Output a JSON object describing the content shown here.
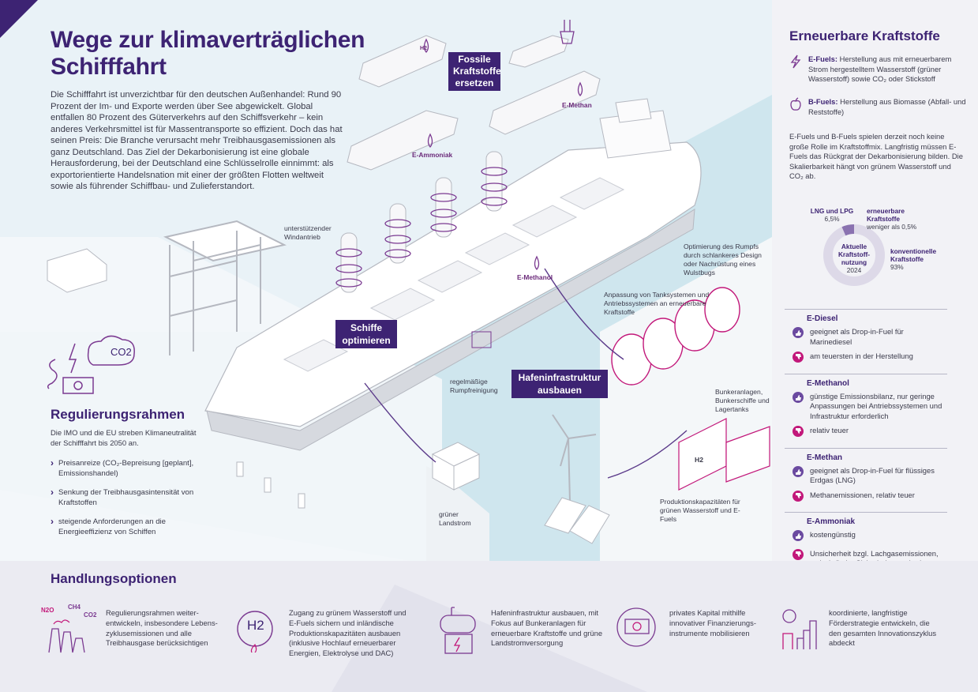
{
  "header": {
    "title_line1": "Wege zur klimaverträglichen",
    "title_line2": "Schifffahrt"
  },
  "intro": "Die Schifffahrt ist unverzichtbar für den deutschen Außenhandel: Rund 90 Prozent der Im- und Exporte werden über See abgewickelt. Global entfallen 80 Prozent des Güterverkehrs auf den Schiffsverkehr – kein anderes Verkehrsmittel ist für Massentransporte so effizient. Doch das hat seinen Preis: Die Branche verursacht mehr Treibhausgas­emissionen als ganz Deutschland. Das Ziel der Dekarbonisierung ist eine globale Herausforderung, bei der Deutschland eine Schlüsselrolle einnimmt: als exportorientierte Handelsnation mit einer der größten Flotten weltweit sowie als führender Schiffbau- und Zulieferstandort.",
  "scene": {
    "tag_fossil": "Fossile Kraftstoffe ersetzen",
    "tag_ships": "Schiffe optimieren",
    "tag_port": "Hafeninfrastruktur ausbauen",
    "fuel_h2": "H2",
    "fuel_methan": "E-Methan",
    "fuel_ammoniak": "E-Ammoniak",
    "fuel_methanol": "E-Methanol",
    "lbl_wind": "unterstützender Windantrieb",
    "lbl_rumpf": "Optimierung des Rumpfs durch schlankeres Design oder Nachrüstung eines Wulstbugs",
    "lbl_tank": "Anpassung von Tanksystemen und Antriebssystemen an erneuerbare Kraftstoffe",
    "lbl_reinigung": "regelmäßige Rumpfreinigung",
    "lbl_bunker": "Bunkeranlagen, Bunkerschiffe und Lagertanks",
    "lbl_landstrom": "grüner Landstrom",
    "lbl_produktion": "Produktionskapazitäten für grünen Wasserstoff und E-Fuels",
    "tank_h2": "H2",
    "co2": "CO2"
  },
  "regulierung": {
    "title": "Regulierungsrahmen",
    "text": "Die IMO und die EU streben Klima­neutralität der Schifffahrt bis 2050 an.",
    "bullets": [
      "Preisanreize (CO₂-Bepreisung [geplant], Emissionshandel)",
      "Senkung der Treibhausgasintensität von Kraftstoffen",
      "steigende Anforderungen an die Energieeffizienz von Schiffen"
    ]
  },
  "right": {
    "title": "Erneuerbare Kraftstoffe",
    "efuels_bold": "E-Fuels:",
    "efuels_text": " Herstellung aus mit erneuerbarem Strom hergestelltem Wasserstoff (grüner Wasserstoff) sowie CO₂ oder Stickstoff",
    "bfuels_bold": "B-Fuels:",
    "bfuels_text": " Herstellung aus Biomasse (Abfall- und Reststoffe)",
    "para": "E-Fuels und B-Fuels spielen derzeit noch keine große Rolle im Kraftstoffmix. Langfristig müssen E-Fuels das Rückgrat der Dekarboni­sierung bilden. Die Skalierbarkeit hängt von grünem Wasserstoff und CO₂ ab.",
    "donut": {
      "center": "Aktuelle Kraftstoff-nutzung",
      "year": "2024",
      "lng_label": "LNG und LPG",
      "lng_value": "6,5%",
      "ren_label": "erneuerbare Kraftstoffe",
      "ren_value": "weniger als 0,5%",
      "conv_label": "konventionelle Kraftstoffe",
      "conv_value": "93%",
      "shares": {
        "lng": 6.5,
        "ren": 0.5,
        "conv": 93
      }
    },
    "fuels": [
      {
        "name": "E-Diesel",
        "pro": "geeignet als Drop-in-Fuel für Marinediesel",
        "con": "am teuersten in der Herstellung"
      },
      {
        "name": "E-Methanol",
        "pro": "günstige Emissionsbilanz, nur geringe Anpassungen bei Antriebssystemen und Infrastruktur erforderlich",
        "con": "relativ teuer"
      },
      {
        "name": "E-Methan",
        "pro": "geeignet als Drop-in-Fuel für flüssiges Erdgas (LNG)",
        "con": "Methanemissionen, relativ teuer"
      },
      {
        "name": "E-Ammoniak",
        "pro": "kostengünstig",
        "con": "Unsicherheit bzgl. Lachgasemissionen, toxisch (hohe Sicherheitsstandards erforderlich)"
      }
    ]
  },
  "bottom": {
    "title": "Handlungsoptionen",
    "options": [
      "Regulierungsrahmen weiter­entwickeln, insbesondere Lebens­zyklusemissionen und alle Treibhausgase berücksichtigen",
      "Zugang zu grünem Wasserstoff und E-Fuels sichern und inländische Produktionskapazitäten ausbauen (inklusive Hochlauf erneuerbarer Energien, Elektrolyse und DAC)",
      "Hafeninfrastruktur ausbauen, mit Fokus auf Bunkeranlagen für erneuerbare Kraftstoffe und grüne Landstromversorgung",
      "privates Kapital mithilfe innovativer Finanzierungs­instrumente mobilisieren",
      "koordinierte, langfristige Förderstrategie entwickeln, die den gesamten Innovations­zyklus abdeckt"
    ],
    "ico_n2o": "N2O",
    "ico_ch4": "CH4",
    "ico_co2": "CO2",
    "ico_h2": "H2"
  },
  "colors": {
    "brand": "#3d2373",
    "accent": "#c2187a",
    "water": "#cfe6ee"
  }
}
